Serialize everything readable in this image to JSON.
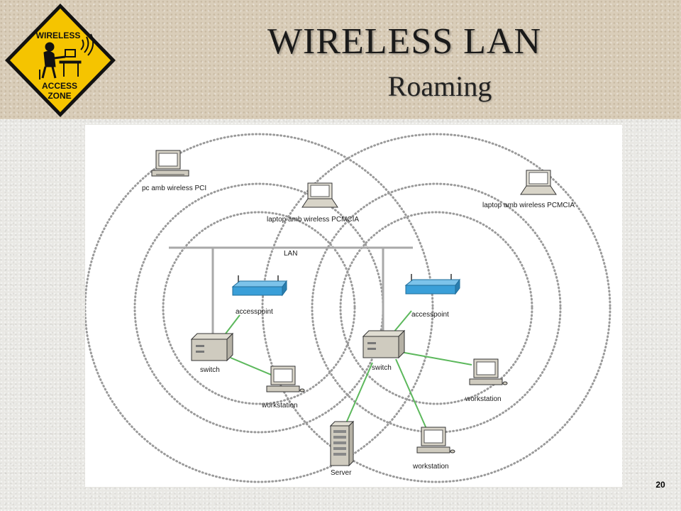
{
  "slide": {
    "title": "WIRELESS LAN",
    "subtitle": "Roaming",
    "page_number": "20"
  },
  "logo": {
    "line1": "WIRELESS",
    "line2": "ACCESS",
    "line3": "ZONE",
    "color_fill": "#f5c400",
    "color_border": "#111111"
  },
  "diagram": {
    "lan_label": "LAN",
    "nodes": {
      "pc_wireless": "pc amb wireless PCI",
      "laptop_center": "laptop amb wireless PCMCIA",
      "laptop_right": "laptop amb wireless PCMCIA",
      "accesspoint_left": "accesspoint",
      "accesspoint_right": "accesspoint",
      "switch_left": "switch",
      "switch_right": "switch",
      "workstation_left": "workstation",
      "workstation_right_top": "workstation",
      "workstation_right_bottom": "workstation",
      "server": "Server"
    },
    "colors": {
      "link": "#5cb85c",
      "lan_bus": "#a8a8a8",
      "range_rings": "#9a9a9a",
      "accesspoint": "#3a9fd8"
    }
  }
}
